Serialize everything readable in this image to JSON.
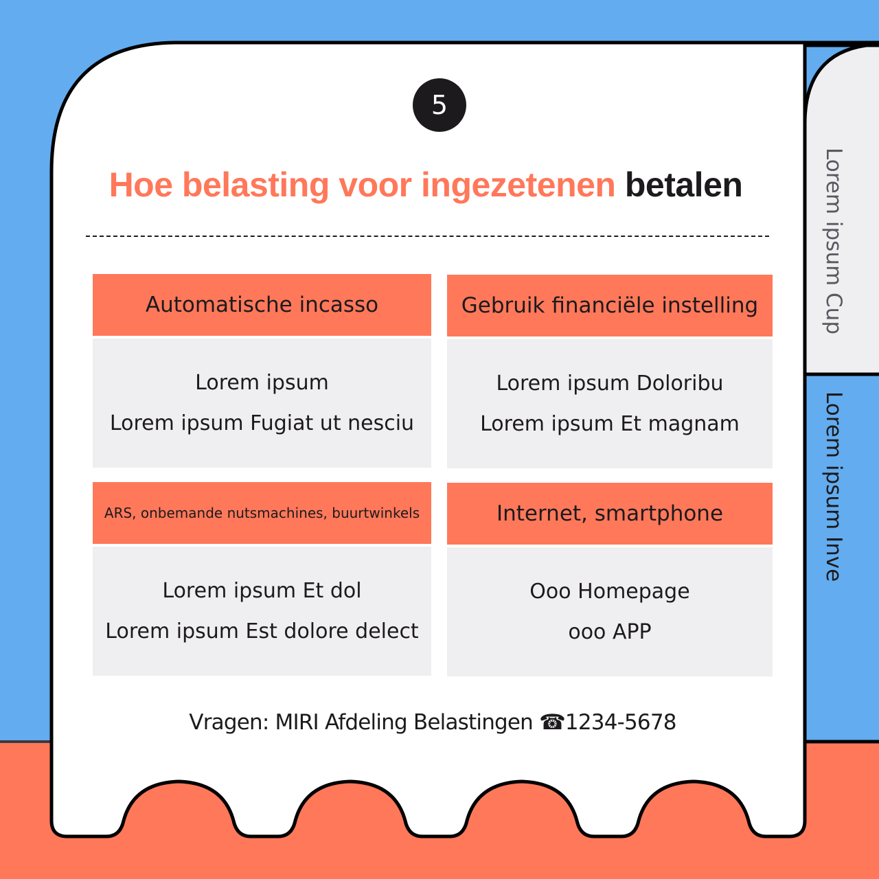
{
  "step_number": "5",
  "title": {
    "accent": "Hoe belasting voor ingezetenen",
    "dark": "betalen"
  },
  "cards": [
    {
      "header": "Automatische incasso",
      "lines": [
        "Lorem ipsum",
        "Lorem ipsum Fugiat ut nesciu"
      ]
    },
    {
      "header": "Gebruik financiële instelling",
      "lines": [
        "Lorem ipsum Doloribu",
        "Lorem ipsum Et magnam"
      ]
    },
    {
      "header": "ARS, onbemande nutsmachines, buurtwinkels",
      "lines": [
        "Lorem ipsum Et dol",
        "Lorem ipsum Est dolore delect"
      ]
    },
    {
      "header": "Internet, smartphone",
      "lines": [
        "Ooo Homepage",
        "ooo APP"
      ]
    }
  ],
  "footer": {
    "text": "Vragen: MIRI Afdeling Belastingen ",
    "phone_icon": "☎",
    "phone": "1234-5678"
  },
  "side_tabs": [
    {
      "label": "Lorem ipsum Cup",
      "color": "#efeef0"
    },
    {
      "label": "Lorem ipsum Inve",
      "color": "#63acef"
    }
  ],
  "colors": {
    "accent": "#ff785a",
    "blue": "#63acef",
    "dark": "#1c1a1c",
    "cell_bg": "#efeef0"
  }
}
